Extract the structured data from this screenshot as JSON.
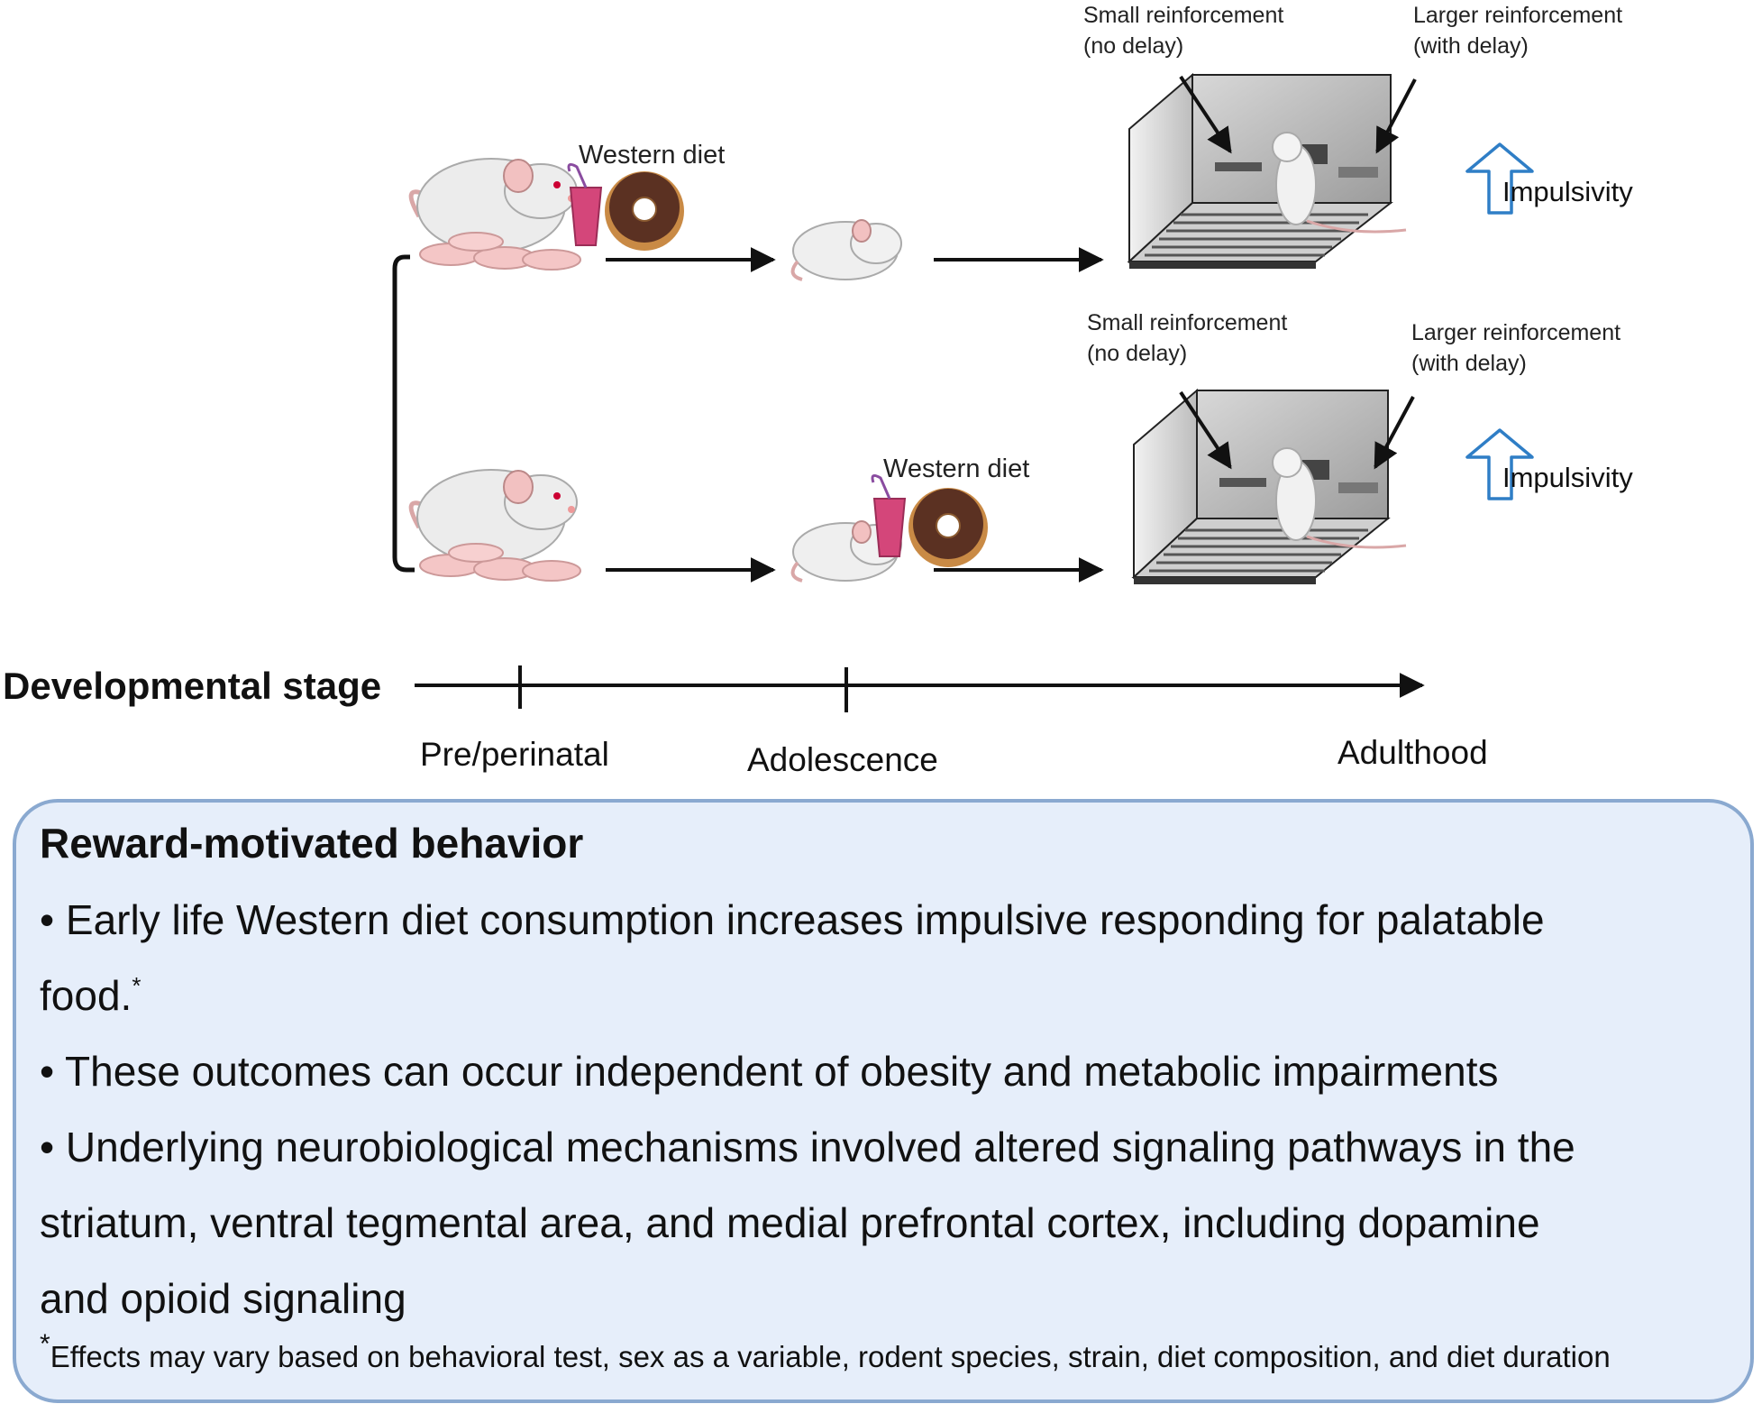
{
  "diagram": {
    "top_arm": {
      "diet_label": "Western diet",
      "small_reinforcement": [
        "Small reinforcement",
        "(no delay)"
      ],
      "larger_reinforcement": [
        "Larger reinforcement",
        "(with delay)"
      ],
      "outcome": "Impulsivity"
    },
    "bottom_arm": {
      "diet_label": "Western diet",
      "small_reinforcement": [
        "Small reinforcement",
        "(no delay)"
      ],
      "larger_reinforcement": [
        "Larger reinforcement",
        "(with delay)"
      ],
      "outcome": "Impulsivity"
    },
    "timeline": {
      "axis_label": "Developmental stage",
      "stages": [
        "Pre/perinatal",
        "Adolescence",
        "Adulthood"
      ]
    }
  },
  "summary": {
    "title": "Reward-motivated behavior",
    "lines": [
      "• Early life Western diet consumption increases impulsive responding for palatable",
      "food.",
      "• These outcomes can occur independent of obesity and metabolic impairments",
      "• Underlying neurobiological mechanisms involved altered signaling pathways in the",
      "striatum, ventral tegmental area, and medial prefrontal cortex, including dopamine",
      "and opioid signaling"
    ],
    "footnote_marker": "*",
    "footnote": "Effects may vary based on behavioral test, sex as a variable, rodent species, strain, diet composition, and diet duration"
  },
  "colors": {
    "box_fill": "#e6eefa",
    "box_border": "#8aa9d0",
    "impulsivity_arrow": "#2f7ec6",
    "drink": "#d4467a",
    "donut_frosting": "#5b3122",
    "donut_dough": "#c98a45"
  }
}
